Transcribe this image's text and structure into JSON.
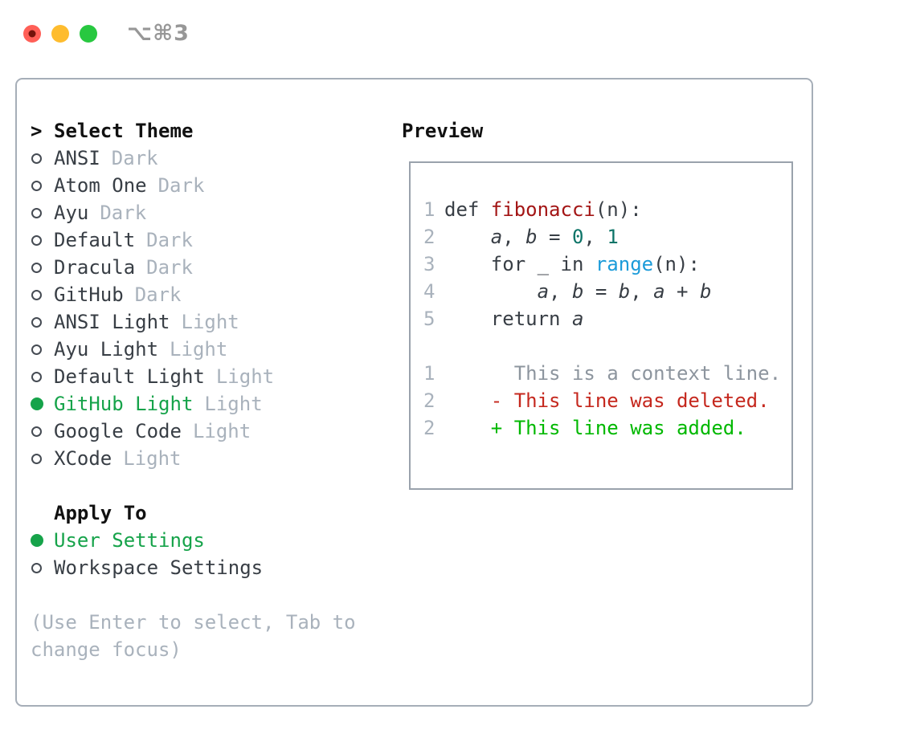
{
  "window": {
    "shortcut": "⌥⌘3"
  },
  "titlebar": {
    "lights": [
      "close",
      "minimize",
      "zoom"
    ]
  },
  "theme_panel": {
    "title_prefix": ">",
    "title": "Select Theme",
    "themes": [
      {
        "name": "ANSI",
        "tag": "Dark",
        "selected": false
      },
      {
        "name": "Atom One",
        "tag": "Dark",
        "selected": false
      },
      {
        "name": "Ayu",
        "tag": "Dark",
        "selected": false
      },
      {
        "name": "Default",
        "tag": "Dark",
        "selected": false
      },
      {
        "name": "Dracula",
        "tag": "Dark",
        "selected": false
      },
      {
        "name": "GitHub",
        "tag": "Dark",
        "selected": false
      },
      {
        "name": "ANSI Light",
        "tag": "Light",
        "selected": false
      },
      {
        "name": "Ayu Light",
        "tag": "Light",
        "selected": false
      },
      {
        "name": "Default Light",
        "tag": "Light",
        "selected": false
      },
      {
        "name": "GitHub Light",
        "tag": "Light",
        "selected": true
      },
      {
        "name": "Google Code",
        "tag": "Light",
        "selected": false
      },
      {
        "name": "XCode",
        "tag": "Light",
        "selected": false
      }
    ],
    "apply_to": {
      "title": "Apply To",
      "options": [
        {
          "name": "User Settings",
          "selected": true
        },
        {
          "name": "Workspace Settings",
          "selected": false
        }
      ]
    },
    "footer_lines": [
      "(Use Enter to select, Tab to",
      "change focus)"
    ]
  },
  "preview": {
    "title": "Preview",
    "code_lines": [
      {
        "num": "1",
        "segments": [
          {
            "t": "def ",
            "c": "plain"
          },
          {
            "t": "fibonacci",
            "c": "func"
          },
          {
            "t": "(n):",
            "c": "plain"
          }
        ]
      },
      {
        "num": "2",
        "segments": [
          {
            "t": "    ",
            "c": "plain"
          },
          {
            "t": "a",
            "c": "var"
          },
          {
            "t": ", ",
            "c": "plain"
          },
          {
            "t": "b",
            "c": "var"
          },
          {
            "t": " = ",
            "c": "plain"
          },
          {
            "t": "0",
            "c": "num"
          },
          {
            "t": ", ",
            "c": "plain"
          },
          {
            "t": "1",
            "c": "num"
          }
        ]
      },
      {
        "num": "3",
        "segments": [
          {
            "t": "    for _ in ",
            "c": "plain"
          },
          {
            "t": "range",
            "c": "builtin"
          },
          {
            "t": "(n):",
            "c": "plain"
          }
        ]
      },
      {
        "num": "4",
        "segments": [
          {
            "t": "        ",
            "c": "plain"
          },
          {
            "t": "a",
            "c": "var"
          },
          {
            "t": ", ",
            "c": "plain"
          },
          {
            "t": "b",
            "c": "var"
          },
          {
            "t": " = ",
            "c": "plain"
          },
          {
            "t": "b",
            "c": "var"
          },
          {
            "t": ", ",
            "c": "plain"
          },
          {
            "t": "a",
            "c": "var"
          },
          {
            "t": " + ",
            "c": "plain"
          },
          {
            "t": "b",
            "c": "var"
          }
        ]
      },
      {
        "num": "5",
        "segments": [
          {
            "t": "    return ",
            "c": "plain"
          },
          {
            "t": "a",
            "c": "var"
          }
        ]
      },
      {
        "num": "",
        "segments": []
      },
      {
        "num": "1",
        "segments": [
          {
            "t": "      This is a context line.",
            "c": "context"
          }
        ]
      },
      {
        "num": "2",
        "segments": [
          {
            "t": "    - This line was deleted.",
            "c": "deleted"
          }
        ]
      },
      {
        "num": "2",
        "segments": [
          {
            "t": "    + This line was added.",
            "c": "added"
          }
        ]
      }
    ]
  },
  "colors": {
    "text": "#383e45",
    "muted": "#a9b2bc",
    "green-sel": "#16a34a",
    "func-red": "#a31515",
    "num-teal": "#0d7468",
    "builtin-blue": "#1b9bd9",
    "ctx-gray": "#8d959e",
    "del-red": "#c5281e",
    "add-green": "#00b800",
    "panel-border": "#a6aeb8",
    "preview-border": "#9aa2ac",
    "titlebar-text": "#979797",
    "light-red": "#ff5f57",
    "light-yellow": "#febc2e",
    "light-green": "#28c840",
    "light-red-dot": "#73130b"
  }
}
